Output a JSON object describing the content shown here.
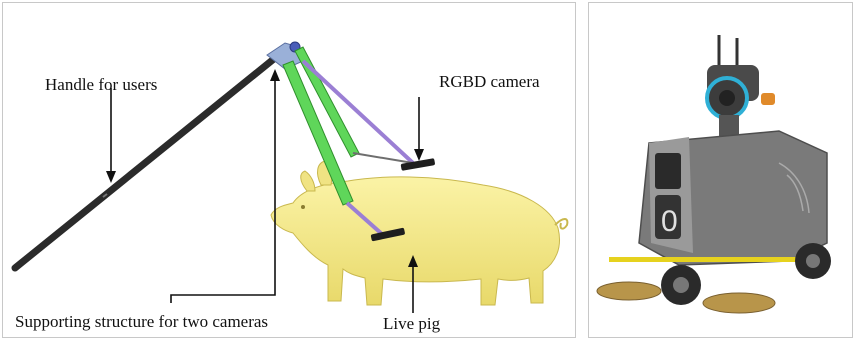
{
  "labels": {
    "handle": "Handle for users",
    "rgbd": "RGBD camera",
    "support": "Supporting structure for two cameras",
    "pig": "Live pig"
  },
  "colors": {
    "pig": "#f5e98a",
    "handle": "#2b2b2b",
    "arm_green": "#5fd65a",
    "arm_purple": "#9b7fd4",
    "robot_body": "#6d6d6d",
    "brush": "#b8954a",
    "yellow_bar": "#e6d21e"
  }
}
